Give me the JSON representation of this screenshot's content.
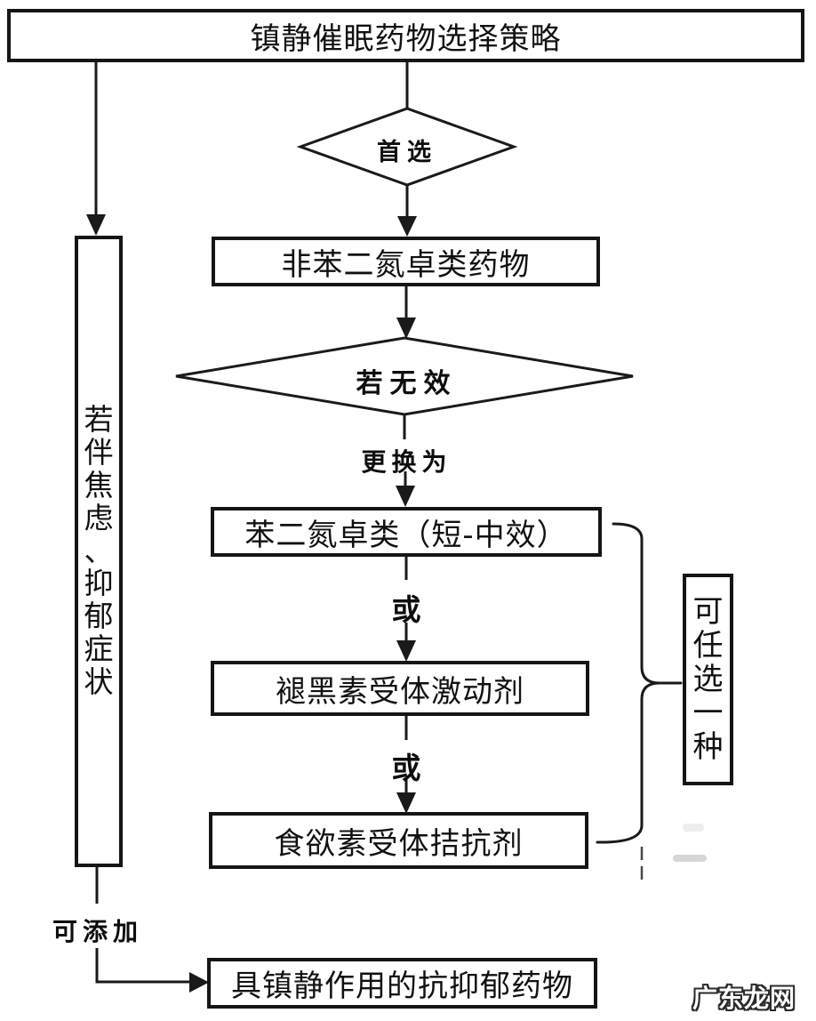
{
  "flowchart": {
    "title": "镇静催眠药物选择策略",
    "decision_first_choice": "首选",
    "box_non_benzodiazepine": "非苯二氮卓类药物",
    "decision_if_ineffective": "若无效",
    "label_switch_to": "更换为",
    "box_benzodiazepine_short_medium": "苯二氮卓类（短-中效）",
    "label_or_1": "或",
    "box_melatonin_receptor_agonist": "褪黑素受体激动剂",
    "label_or_2": "或",
    "box_orexin_receptor_antagonist": "食欲素受体拮抗剂",
    "label_pick_any_one": "可任选一种",
    "side_condition_anxiety_depression": "若伴焦虑、抑郁症状",
    "label_may_add": "可添加",
    "box_sedative_antidepressant": "具镇静作用的抗抑郁药物",
    "watermark": "广东龙网",
    "colors": {
      "line": "#1a1a1a",
      "box_border": "#151515",
      "background": "#ffffff",
      "watermark_fill": "#ffffff",
      "watermark_outline": "#2b2b2b"
    }
  }
}
